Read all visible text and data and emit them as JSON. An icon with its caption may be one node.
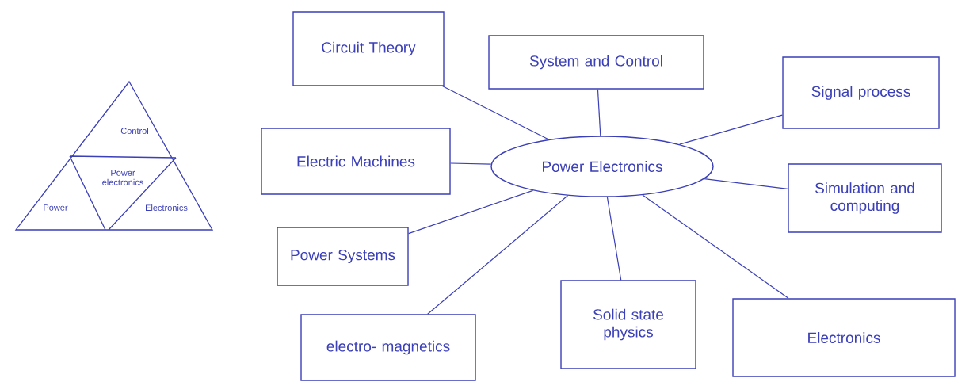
{
  "diagram": {
    "nodes": [
      {
        "text": [
          "Circuit Theory"
        ]
      },
      {
        "text": [
          "System and Control"
        ]
      },
      {
        "text": [
          "Signal process"
        ]
      },
      {
        "text": [
          "Electric Machines"
        ]
      },
      {
        "text": [
          "Power Electronics"
        ]
      },
      {
        "text": [
          "Simulation and computing"
        ]
      },
      {
        "text": [
          "Power Systems"
        ]
      },
      {
        "text": [
          "electro- magnetics"
        ]
      },
      {
        "text": [
          "Solid state physics"
        ]
      },
      {
        "text": [
          "Electronics"
        ]
      }
    ],
    "edges": [
      {
        "from": 4,
        "to": 0,
        "arrow": "none"
      },
      {
        "from": 4,
        "to": 1,
        "arrow": "none"
      },
      {
        "from": 4,
        "to": 2,
        "arrow": "none"
      },
      {
        "from": 4,
        "to": 3,
        "arrow": "none"
      },
      {
        "from": 4,
        "to": 5,
        "arrow": "none"
      },
      {
        "from": 4,
        "to": 6,
        "arrow": "none"
      },
      {
        "from": 4,
        "to": 7,
        "arrow": "none"
      },
      {
        "from": 4,
        "to": 8,
        "arrow": "none"
      },
      {
        "from": 4,
        "to": 9,
        "arrow": "none"
      }
    ],
    "labels": [
      "Control",
      "Power electronics",
      "Power",
      "Electronics"
    ]
  }
}
